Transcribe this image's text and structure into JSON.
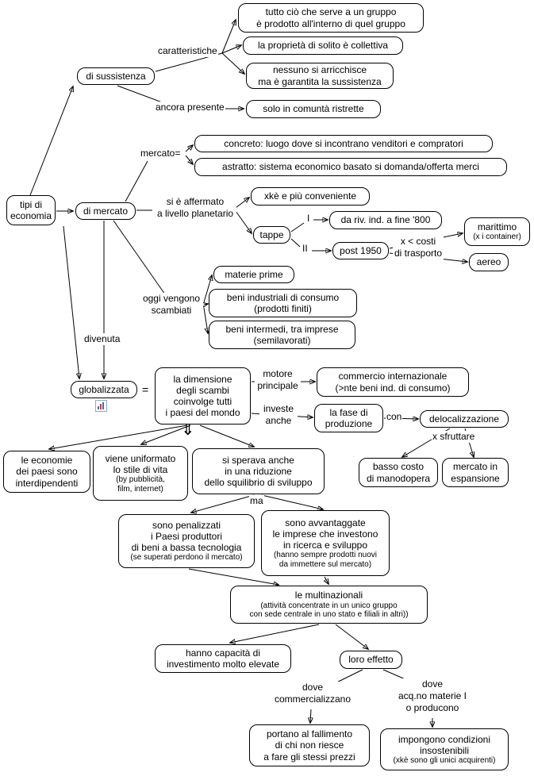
{
  "app": {
    "type": "concept-map",
    "topic": "tipi di economia"
  },
  "colors": {
    "background": "#ffffff",
    "box_border": "#000000",
    "text": "#000000",
    "line": "#000000",
    "icon_accent_blue": "#3b6fb5",
    "icon_accent_red": "#d04030"
  },
  "nodes": {
    "tipi_economia": {
      "text": "tipi di\neconomia"
    },
    "di_sussistenza": {
      "text": "di sussistenza"
    },
    "gruppo_prodotto": {
      "text": "tutto ciò che serve a un gruppo\nè prodotto all'interno di quel gruppo"
    },
    "proprieta": {
      "text": "la proprietà di solito è collettiva"
    },
    "nessuno": {
      "text": "nessuno si arricchisce\nma è garantita la sussistenza"
    },
    "comunita": {
      "text": "solo in comuntà ristrette"
    },
    "di_mercato": {
      "text": "di mercato"
    },
    "concreto": {
      "text": "concreto: luogo dove si incontrano venditori e compratori"
    },
    "astratto": {
      "text": "astratto: sistema economico basato si domanda/offerta merci"
    },
    "xke_conveniente": {
      "text": "xkè e più conveniente"
    },
    "tappe": {
      "text": "tappe"
    },
    "riv_ind": {
      "text": "da riv. ind. a fine '800"
    },
    "post_1950": {
      "text": "post 1950"
    },
    "marittimo": {
      "text": "marittimo",
      "sub": "(x i container)"
    },
    "aereo": {
      "text": "aereo"
    },
    "materie_prime": {
      "text": "materie prime"
    },
    "beni_industriali": {
      "text": "beni industriali di consumo\n(prodotti finiti)"
    },
    "beni_intermedi": {
      "text": "beni intermedi, tra imprese\n(semilavorati)"
    },
    "globalizzata": {
      "text": "globalizzata"
    },
    "dimensione": {
      "text": "la dimensione\ndegli scambi\ncoinvolge tutti\ni paesi del mondo"
    },
    "commercio": {
      "text": "commercio internazionale\n(>nte beni ind. di consumo)"
    },
    "fase_produzione": {
      "text": "la fase di\nproduzione"
    },
    "delocalizzazione": {
      "text": "delocalizzazione"
    },
    "basso_costo": {
      "text": "basso costo\ndi manodopera"
    },
    "mercato_espansione": {
      "text": "mercato in\nespansione"
    },
    "economie_interdipendenti": {
      "text": "le economie\ndei paesi sono\ninterdipendenti"
    },
    "stile_uniformato": {
      "text": "viene uniformato\nlo stile di vita",
      "sub": "(by pubblicità,\nfilm, internet)"
    },
    "riduzione_squilibrio": {
      "text": "si sperava anche\nin una riduzione\ndello squilibrio di sviluppo"
    },
    "penalizzati": {
      "text": "sono penalizzati\ni Paesi produttori\ndi beni a bassa tecnologia",
      "sub": "(se superati perdono il mercato)"
    },
    "avvantaggate": {
      "text": "sono avvantaggate\nle imprese che investono\nin ricerca e sviluppo",
      "sub": "(hanno sempre prodotti nuovi\nda immettere sul mercato)"
    },
    "multinazionali": {
      "text": "le multinazionali",
      "sub": "(attività concentrate in un unico gruppo\ncon sede centrale in uno stato e filiali in altri))"
    },
    "capacita_investimento": {
      "text": "hanno capacità di\ninvestimento molto elevate"
    },
    "loro_effetto": {
      "text": "loro effetto"
    },
    "fallimento": {
      "text": "portano al fallimento\ndi chi non riesce\na fare gli stessi prezzi"
    },
    "condizioni_insostenibili": {
      "text": "impongono condizioni\ninsostenibili",
      "sub": "(xkè sono gli unici acquirenti)"
    }
  },
  "labels": {
    "caratteristiche": "caratteristiche",
    "ancora_presente": "ancora presente",
    "mercato_uguale": "mercato=",
    "affermato_planetario": "si è affermato\na livello planetario",
    "tappa_1": "I",
    "tappa_2": "II",
    "costi_trasporto": "x < costi\ndi trasporto",
    "oggi_scambiati": "oggi vengono\nscambiati",
    "divenuta": "divenuta",
    "uguale": "=",
    "motore_principale": "motore\nprincipale",
    "investe_anche": "investe\nanche",
    "con": "con",
    "x_sfruttare": "x sfruttare",
    "doppia_freccia": "⇓",
    "ma": "ma",
    "dove_commercializzano": "dove\ncommercializzano",
    "dove_acquistano": "dove\nacq.no materie I\no producono"
  }
}
